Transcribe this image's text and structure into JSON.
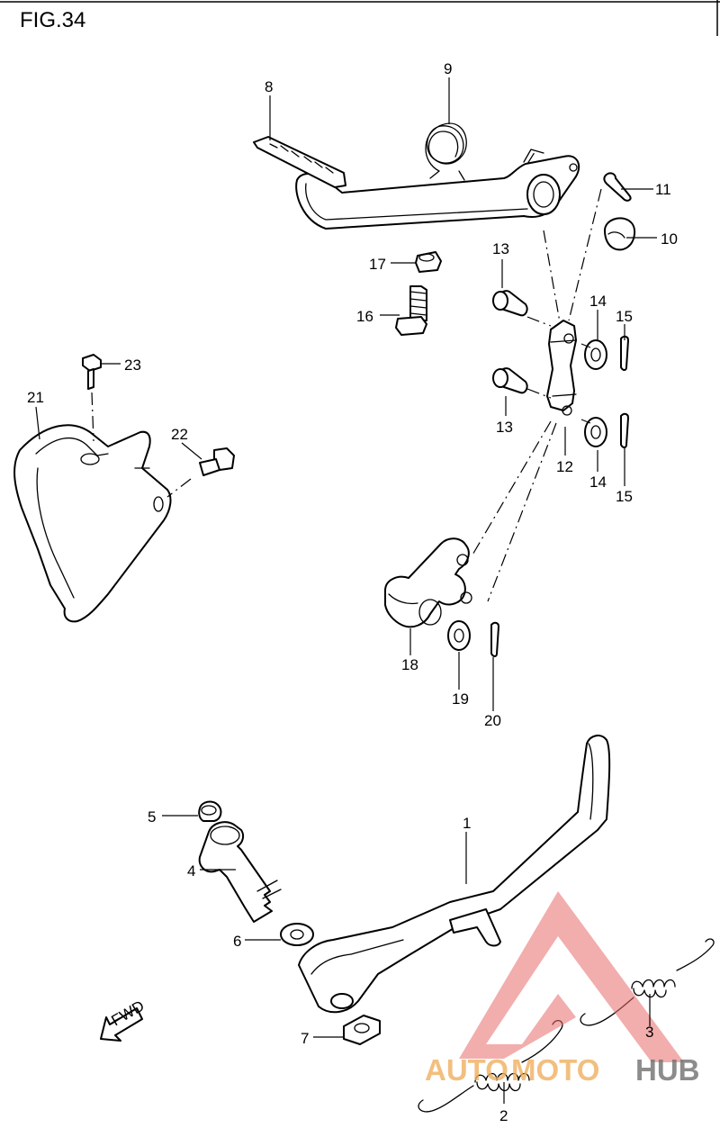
{
  "figure": {
    "title": "FIG.34",
    "direction_label": "FWD"
  },
  "parts": [
    {
      "ref": "1"
    },
    {
      "ref": "2"
    },
    {
      "ref": "3"
    },
    {
      "ref": "4"
    },
    {
      "ref": "5"
    },
    {
      "ref": "6"
    },
    {
      "ref": "7"
    },
    {
      "ref": "8"
    },
    {
      "ref": "9"
    },
    {
      "ref": "10"
    },
    {
      "ref": "11"
    },
    {
      "ref": "12"
    },
    {
      "ref": "13"
    },
    {
      "ref": "13"
    },
    {
      "ref": "14"
    },
    {
      "ref": "14"
    },
    {
      "ref": "15"
    },
    {
      "ref": "15"
    },
    {
      "ref": "16"
    },
    {
      "ref": "17"
    },
    {
      "ref": "18"
    },
    {
      "ref": "19"
    },
    {
      "ref": "20"
    },
    {
      "ref": "21"
    },
    {
      "ref": "22"
    },
    {
      "ref": "23"
    }
  ],
  "watermark": {
    "part1": "AUTO",
    "part2": "MOTO",
    "part3": "HUB",
    "colors": {
      "accent": "#e86a6a",
      "orange": "#f0b060",
      "gray": "#707070"
    }
  }
}
